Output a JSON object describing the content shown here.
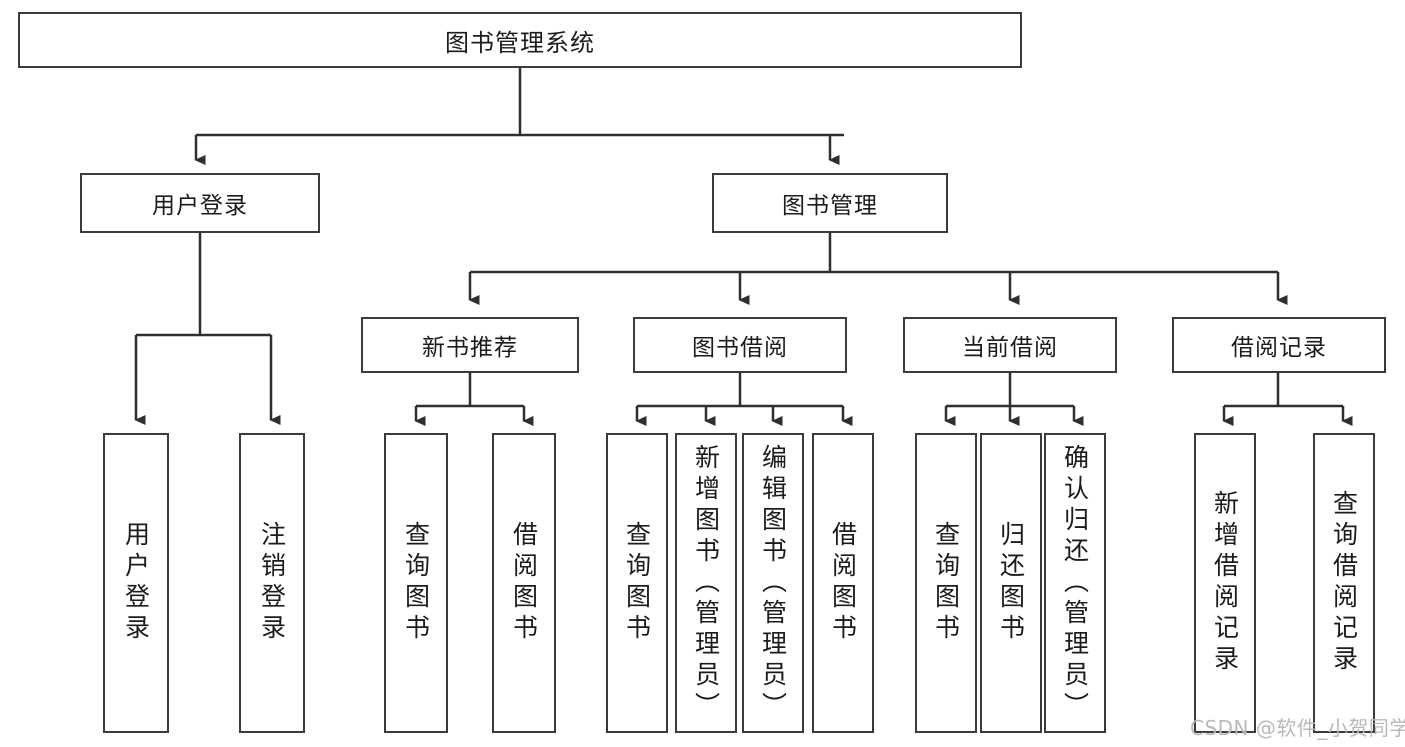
{
  "diagram": {
    "title": "图书管理系统",
    "watermark": "CSDN @软件_小贺同学",
    "colors": {
      "border": "#3b3b3b",
      "fill": "#ffffff",
      "connector": "#2f2f2f",
      "text": "#1c1c1c",
      "watermark": "#b9b9b9"
    },
    "root": {
      "label": "图书管理系统"
    },
    "level2": [
      {
        "label": "用户登录"
      },
      {
        "label": "图书管理"
      }
    ],
    "level3": [
      {
        "label": "新书推荐"
      },
      {
        "label": "图书借阅"
      },
      {
        "label": "当前借阅"
      },
      {
        "label": "借阅记录"
      }
    ],
    "leaves": {
      "user_login": [
        {
          "label": "用户登录"
        },
        {
          "label": "注销登录"
        }
      ],
      "new_book_recommend": [
        {
          "label": "查询图书"
        },
        {
          "label": "借阅图书"
        }
      ],
      "book_borrow": [
        {
          "label": "查询图书"
        },
        {
          "label": "新增图书（管理员）"
        },
        {
          "label": "编辑图书（管理员）"
        },
        {
          "label": "借阅图书"
        }
      ],
      "current_borrow": [
        {
          "label": "查询图书"
        },
        {
          "label": "归还图书"
        },
        {
          "label": "确认归还（管理员）"
        }
      ],
      "borrow_record": [
        {
          "label": "新增借阅记录"
        },
        {
          "label": "查询借阅记录"
        }
      ]
    }
  }
}
